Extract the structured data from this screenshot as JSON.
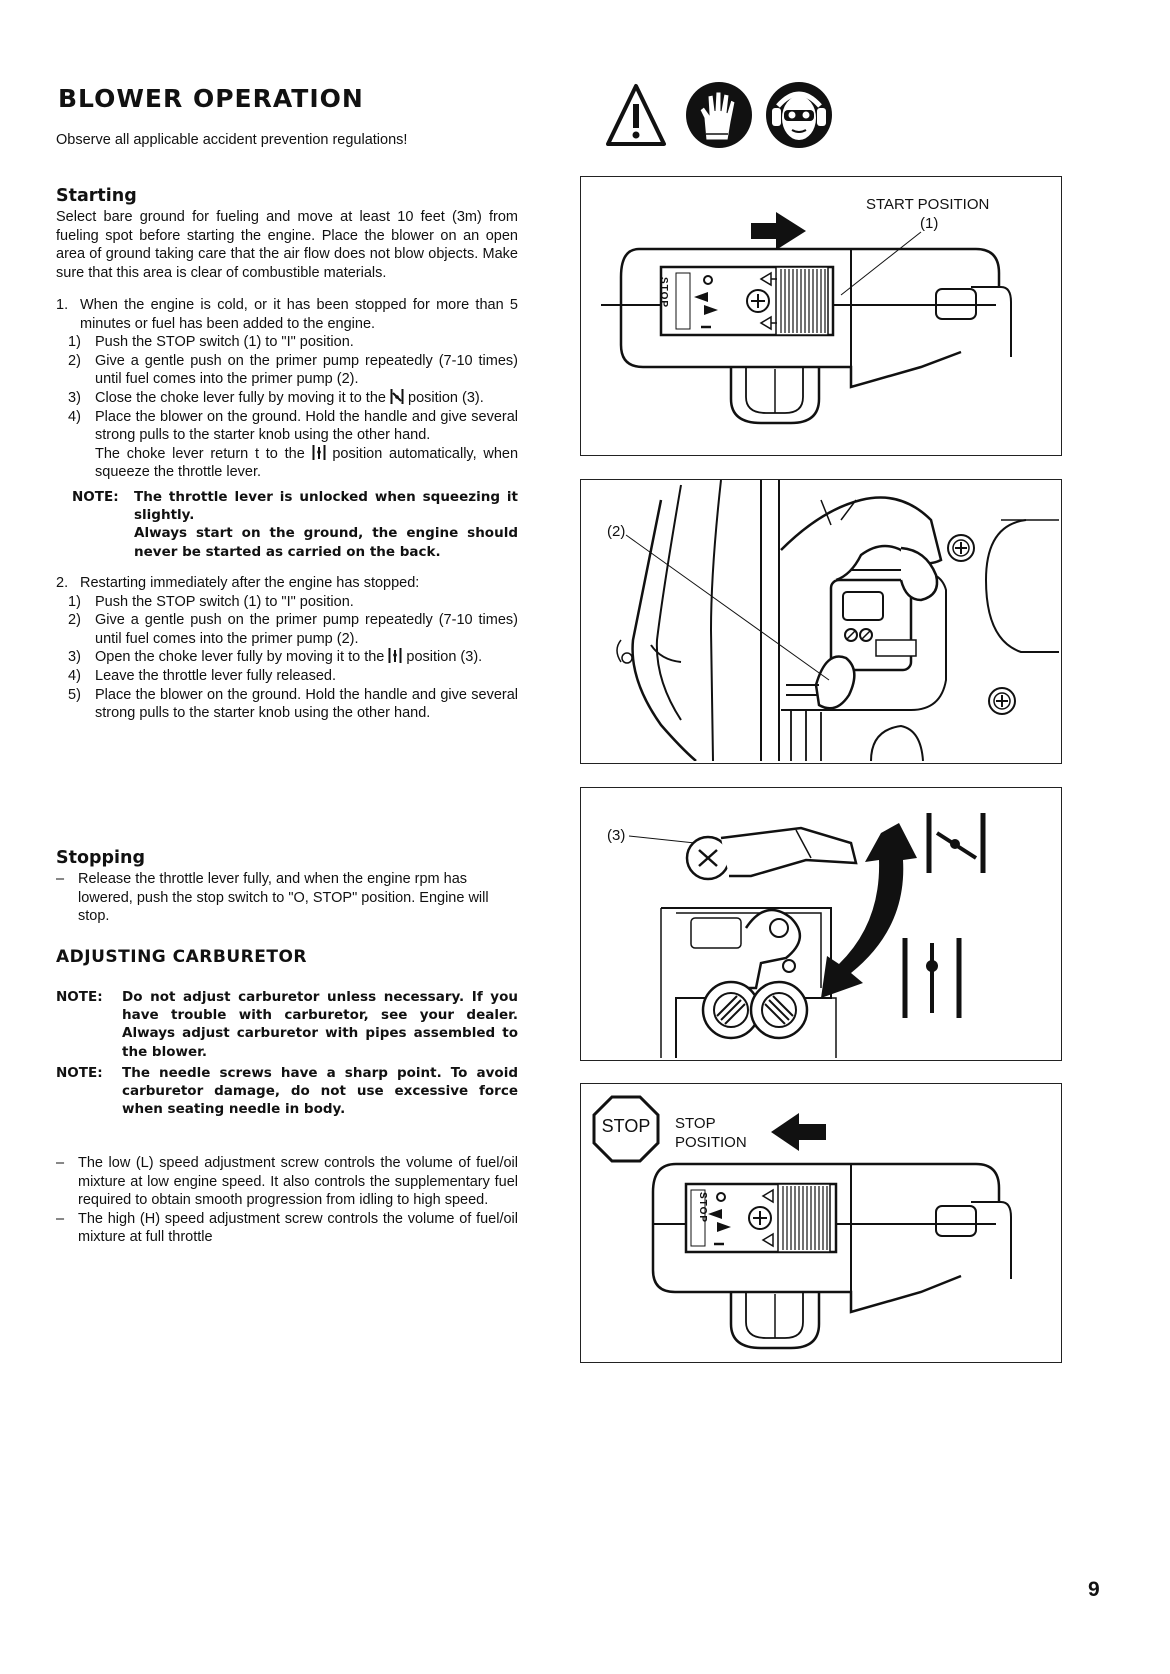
{
  "page": {
    "title": "BLOWER OPERATION",
    "page_number": "9"
  },
  "intro": "Observe all applicable accident prevention regulations!",
  "starting": {
    "heading": "Starting",
    "paragraph": "Select bare ground for fueling and move at least 10 feet (3m) from fueling spot before starting the engine.   Place the blower on an open area of ground taking care that the air flow does not blow objects.   Make sure that this area is clear of combustible materials.",
    "cold": {
      "num": "1.",
      "text": "When the engine is cold, or it has been stopped for more than 5 minutes or fuel has been added to the engine.",
      "steps": [
        {
          "num": "1)",
          "text": "Push the STOP switch (1) to \"I\" position."
        },
        {
          "num": "2)",
          "text": "Give a gentle push on the primer pump repeatedly (7-10 times) until fuel comes into the primer pump (2)."
        },
        {
          "num": "3)",
          "pre": "Close the choke lever fully by moving it to the",
          "post": "position (3)."
        },
        {
          "num": "4)",
          "text": "Place the blower on the ground.    Hold the handle and give several strong pulls to the starter knob using the other hand.",
          "extra_pre": "The choke lever return t to the",
          "extra_post": "position automatically, when squeeze the throttle lever."
        }
      ]
    },
    "note": {
      "label": "NOTE:",
      "line1": "The throttle lever is unlocked when squeezing it slightly.",
      "line2": "Always start on the ground, the engine should never be started as carried on the back."
    },
    "restart": {
      "num": "2.",
      "text": "Restarting immediately after the engine has stopped:",
      "steps": [
        {
          "num": "1)",
          "text": "Push the STOP switch (1) to \"I\" position."
        },
        {
          "num": "2)",
          "text": "Give a gentle push on the primer pump repeatedly (7-10 times) until fuel comes into the primer pump (2)."
        },
        {
          "num": "3)",
          "pre": "Open the choke lever fully by moving it to the",
          "post": "position (3)."
        },
        {
          "num": "4)",
          "text": "Leave the throttle lever fully released."
        },
        {
          "num": "5)",
          "text": "Place the blower on the ground.    Hold the handle and give several strong pulls to the starter knob using the other hand."
        }
      ]
    }
  },
  "stopping": {
    "heading": "Stopping",
    "dash": "–",
    "text": "Release the throttle lever fully, and when the engine rpm has lowered, push the stop switch to \"O, STOP\" position.    Engine will stop."
  },
  "carburetor": {
    "heading": "ADJUSTING CARBURETOR",
    "notes": [
      {
        "label": "NOTE:",
        "text": "Do not adjust carburetor unless necessary.  If you have trouble with carburetor, see your dealer.  Always adjust carburetor with pipes assembled to the blower."
      },
      {
        "label": "NOTE:",
        "text": "The needle screws have a sharp point.   To avoid carburetor damage, do not use excessive force when seating needle in body."
      }
    ],
    "bullets": [
      {
        "dash": "–",
        "text": "The low (L) speed adjustment screw controls the volume of fuel/oil mixture at low engine speed.   It also controls the supplementary fuel required to obtain smooth progression from idling to high speed."
      },
      {
        "dash": "–",
        "text": "The high (H) speed adjustment screw controls the volume of fuel/oil mixture at full throttle"
      }
    ]
  },
  "figures": {
    "start": {
      "label": "START POSITION",
      "callout": "(1)"
    },
    "primer": {
      "callout": "(2)"
    },
    "choke": {
      "callout": "(3)"
    },
    "stop": {
      "sign": "STOP",
      "label_line1": "STOP",
      "label_line2": "POSITION"
    },
    "switch_label": "STOP"
  },
  "icons": [
    "warning-triangle-icon",
    "gloves-icon",
    "eye-ear-protection-icon"
  ]
}
